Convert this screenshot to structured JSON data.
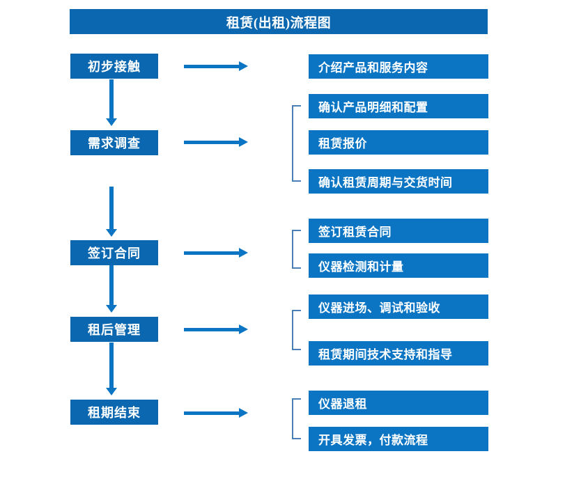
{
  "diagram": {
    "title": "租赁(出租)流程图",
    "colors": {
      "title_bar": "#0b68b0",
      "stage_box": "#0b68b0",
      "detail_box": "#0b75c4",
      "arrow": "#0b75c4",
      "bracket": "#4a7fb5",
      "text": "#ffffff",
      "background": "#ffffff"
    },
    "stages": [
      {
        "label": "初步接触"
      },
      {
        "label": "需求调查"
      },
      {
        "label": "签订合同"
      },
      {
        "label": "租后管理"
      },
      {
        "label": "租期结束"
      }
    ],
    "details": {
      "group1": [
        {
          "label": "介绍产品和服务内容"
        }
      ],
      "group2": [
        {
          "label": "确认产品明细和配置"
        },
        {
          "label": "租赁报价"
        },
        {
          "label": "确认租赁周期与交货时间"
        }
      ],
      "group3": [
        {
          "label": "签订租赁合同"
        },
        {
          "label": "仪器检测和计量"
        }
      ],
      "group4": [
        {
          "label": "仪器进场、调试和验收"
        },
        {
          "label": "租赁期间技术支持和指导"
        }
      ],
      "group5": [
        {
          "label": "仪器退租"
        },
        {
          "label": "开具发票，付款流程"
        }
      ]
    }
  }
}
